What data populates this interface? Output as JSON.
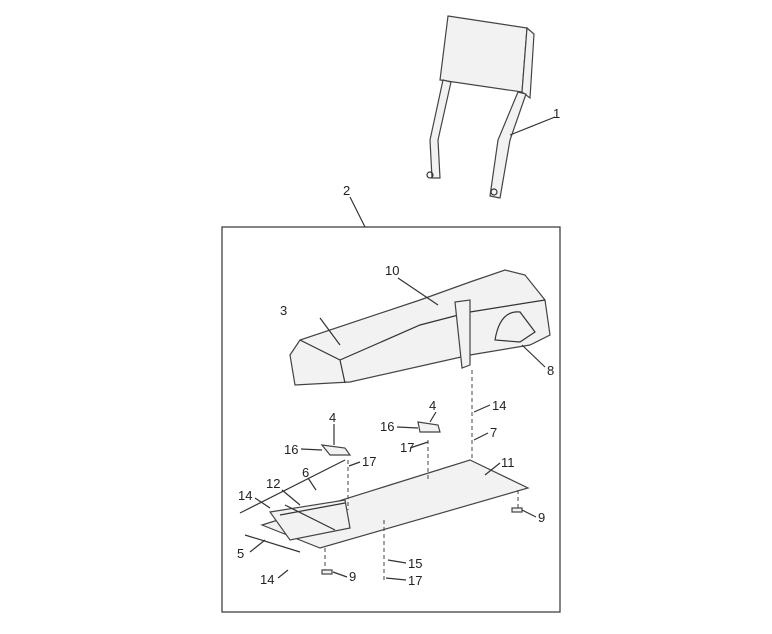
{
  "diagram": {
    "type": "exploded parts diagram",
    "callouts": {
      "c1": "1",
      "c2": "2",
      "c3": "3",
      "c10": "10",
      "c8": "8",
      "c14a": "14",
      "c4a": "4",
      "c16a": "16",
      "c17a": "17",
      "c4b": "4",
      "c16b": "16",
      "c17b": "17",
      "c7": "7",
      "c11": "11",
      "c12": "12",
      "c6": "6",
      "c14b": "14",
      "c5": "5",
      "c14c": "14",
      "c9a": "9",
      "c9b": "9",
      "c15": "15",
      "c17c": "17"
    },
    "colors": {
      "line": "#333333",
      "fill": "#f2f2f2"
    }
  }
}
